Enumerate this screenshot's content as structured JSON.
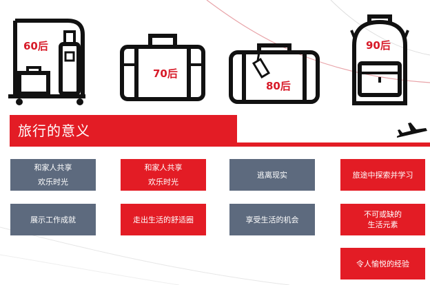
{
  "generations": [
    {
      "label": "60后",
      "icon": "luggage-cart-icon"
    },
    {
      "label": "70后",
      "icon": "suitcase-icon"
    },
    {
      "label": "80后",
      "icon": "travel-bag-icon"
    },
    {
      "label": "90后",
      "icon": "backpack-icon"
    }
  ],
  "banner": {
    "title": "旅行的意义"
  },
  "cards": {
    "col1": [
      {
        "lines": [
          "和家人共享",
          "欢乐时光"
        ]
      },
      {
        "lines": [
          "展示工作成就"
        ]
      }
    ],
    "col2": [
      {
        "lines": [
          "和家人共享",
          "欢乐时光"
        ]
      },
      {
        "lines": [
          "走出生活的舒适圈"
        ]
      }
    ],
    "col3": [
      {
        "lines": [
          "逃离现实"
        ]
      },
      {
        "lines": [
          "享受生活的机会"
        ]
      }
    ],
    "col4": [
      {
        "lines": [
          "旅途中探索并学习"
        ]
      },
      {
        "lines": [
          "不可或缺的",
          "生活元素"
        ]
      },
      {
        "lines": [
          "令人愉悦的经验"
        ]
      }
    ]
  },
  "colors": {
    "accent": "#e31c25",
    "card_gray": "#5d6a7e",
    "icon_black": "#111111"
  },
  "icons": {
    "plane": "airplane-icon"
  }
}
